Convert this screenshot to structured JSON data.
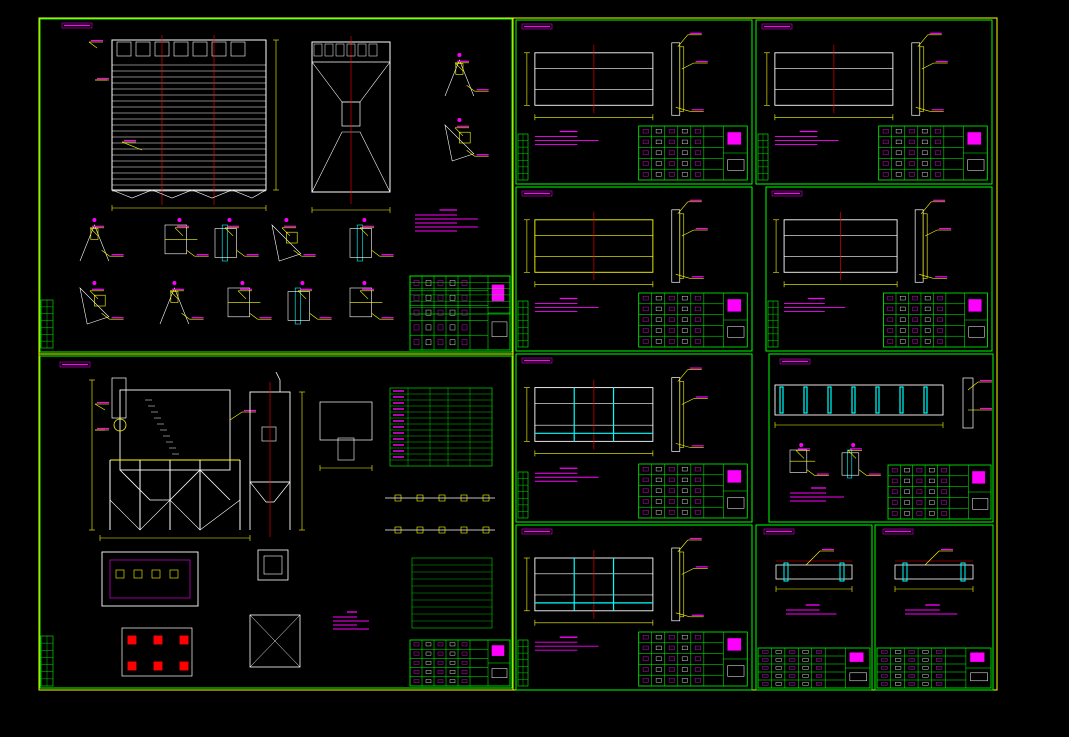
{
  "canvas": {
    "background": "#000000"
  },
  "colors": {
    "frame": "#ffff00",
    "sheet_border": "#00ff00",
    "structure": "#ffffff",
    "dimension": "#ffff00",
    "annotation": "#ff00ff",
    "center_line": "#ff0000",
    "member": "#00ffff",
    "leader": "#ffff00"
  },
  "sheets": [
    {
      "id": "sheet-1",
      "kind": "general-elevation",
      "title": "",
      "drawing_no": ""
    },
    {
      "id": "sheet-2",
      "kind": "panel-detail",
      "title": "",
      "drawing_no": ""
    },
    {
      "id": "sheet-3",
      "kind": "panel-detail",
      "title": "",
      "drawing_no": ""
    },
    {
      "id": "sheet-4",
      "kind": "panel-detail",
      "title": "",
      "drawing_no": ""
    },
    {
      "id": "sheet-5",
      "kind": "panel-detail",
      "title": "",
      "drawing_no": ""
    },
    {
      "id": "sheet-6",
      "kind": "support-structure",
      "title": "",
      "drawing_no": ""
    },
    {
      "id": "sheet-7",
      "kind": "panel-detail",
      "title": "",
      "drawing_no": ""
    },
    {
      "id": "sheet-8",
      "kind": "frame-detail",
      "title": "",
      "drawing_no": ""
    },
    {
      "id": "sheet-9",
      "kind": "panel-detail",
      "title": "",
      "drawing_no": ""
    },
    {
      "id": "sheet-10",
      "kind": "beam-detail",
      "title": "",
      "drawing_no": ""
    },
    {
      "id": "sheet-11",
      "kind": "beam-detail",
      "title": "",
      "drawing_no": ""
    }
  ]
}
